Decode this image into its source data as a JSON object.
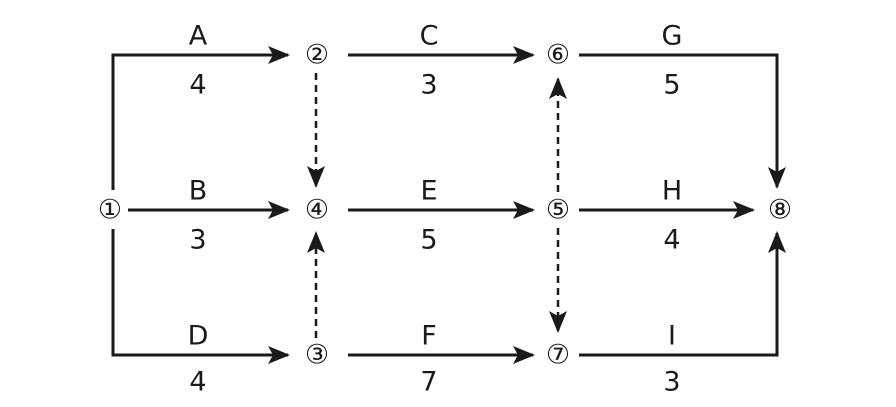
{
  "nodes": {
    "n1": "①",
    "n2": "②",
    "n3": "③",
    "n4": "④",
    "n5": "⑤",
    "n6": "⑥",
    "n7": "⑦",
    "n8": "⑧"
  },
  "activities": {
    "A": {
      "name": "A",
      "duration": "4"
    },
    "B": {
      "name": "B",
      "duration": "3"
    },
    "C": {
      "name": "C",
      "duration": "3"
    },
    "D": {
      "name": "D",
      "duration": "4"
    },
    "E": {
      "name": "E",
      "duration": "5"
    },
    "F": {
      "name": "F",
      "duration": "7"
    },
    "G": {
      "name": "G",
      "duration": "5"
    },
    "H": {
      "name": "H",
      "duration": "4"
    },
    "I": {
      "name": "I",
      "duration": "3"
    }
  },
  "colors": {
    "line": "#1a1a1a"
  }
}
